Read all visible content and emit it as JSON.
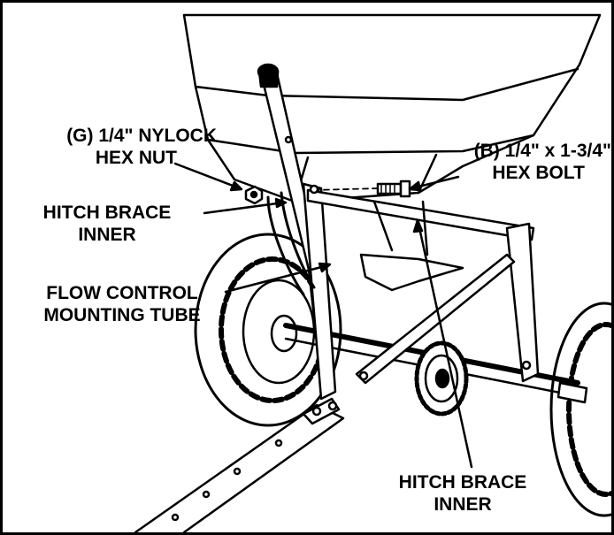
{
  "labels": {
    "nylock_nut": {
      "line1": "(G) 1/4\" NYLOCK",
      "line2": "HEX NUT"
    },
    "hex_bolt": {
      "line1": "(B) 1/4\" x 1-3/4\"",
      "line2": "HEX BOLT"
    },
    "hitch_brace_upper": {
      "line1": "HITCH BRACE",
      "line2": "INNER"
    },
    "flow_control": {
      "line1": "FLOW CONTROL",
      "line2": "MOUNTING TUBE"
    },
    "hitch_brace_lower": {
      "line1": "HITCH BRACE",
      "line2": "INNER"
    }
  },
  "colors": {
    "ink": "#000000",
    "paper": "#ffffff"
  }
}
